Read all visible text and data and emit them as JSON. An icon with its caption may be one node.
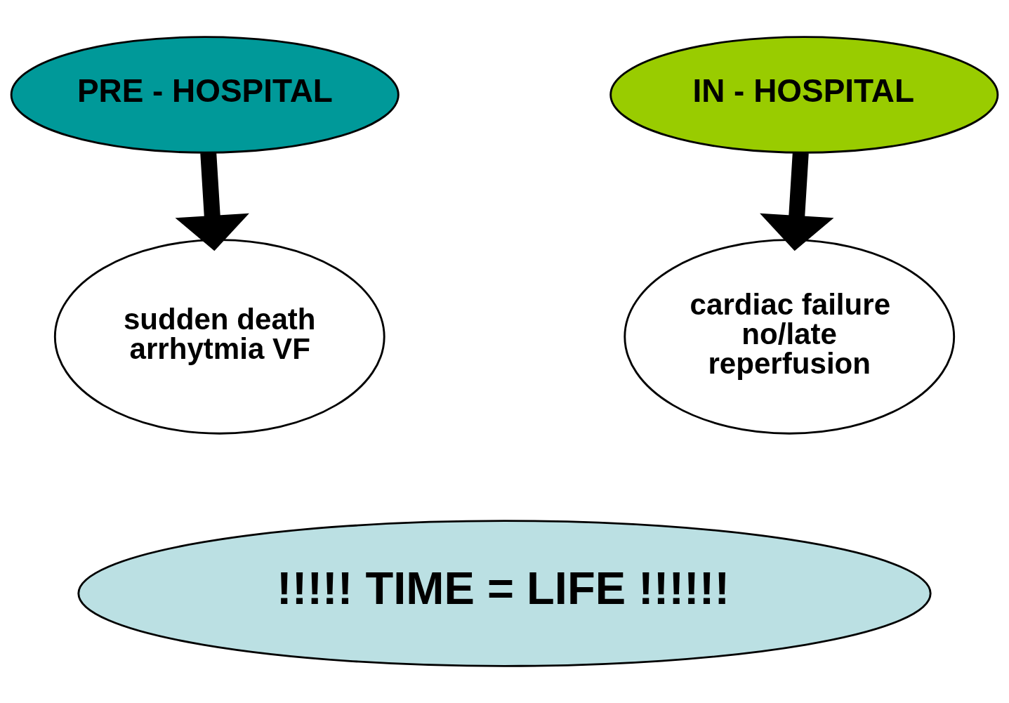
{
  "diagram": {
    "nodes": [
      {
        "text": [
          "PRE - HOSPITAL"
        ]
      },
      {
        "text": [
          "sudden death arrhytmia VF"
        ]
      },
      {
        "text": [
          "IN - HOSPITAL"
        ]
      },
      {
        "text": [
          "cardiac failure no/late reperfusion"
        ]
      },
      {
        "text": [
          "!!!!! TIME = LIFE !!!!!!"
        ]
      }
    ],
    "edges": [
      {
        "from": 0,
        "to": 1,
        "arrow": "to"
      },
      {
        "from": 2,
        "to": 3,
        "arrow": "to"
      }
    ]
  }
}
